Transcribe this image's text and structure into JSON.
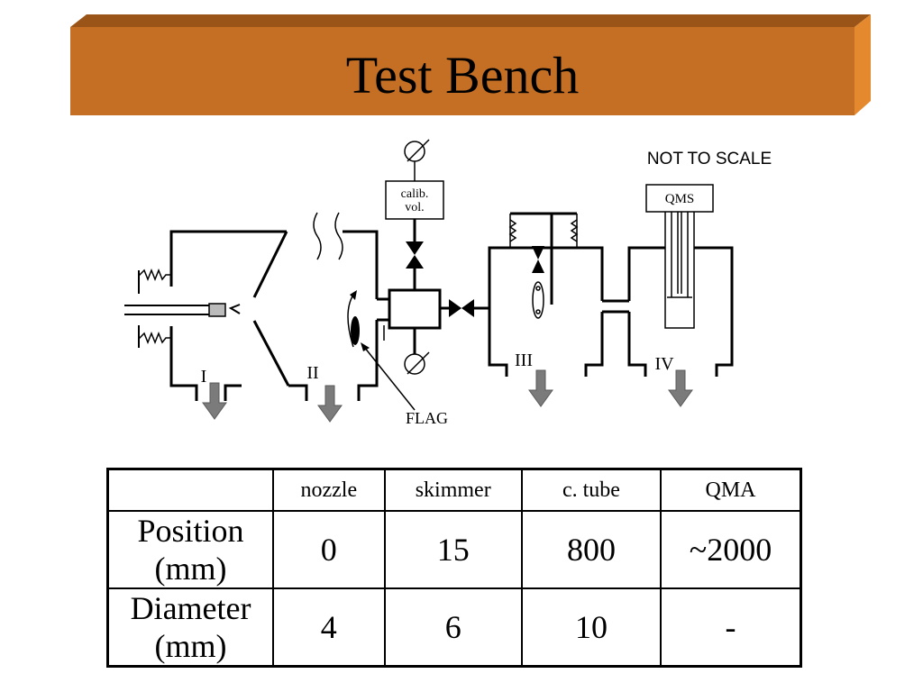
{
  "title": "Test Bench",
  "colors": {
    "banner_front": "#c56f24",
    "banner_side": "#e08630",
    "banner_edge": "#8a4a12",
    "arrow_fill": "#7b7b7b"
  },
  "diagram": {
    "note": "NOT TO SCALE",
    "qms_label": "QMS",
    "calib_label_line1": "calib.",
    "calib_label_line2": "vol.",
    "flag_label": "FLAG",
    "stage_labels": [
      "I",
      "II",
      "III",
      "IV"
    ]
  },
  "table": {
    "header": [
      "",
      "nozzle",
      "skimmer",
      "c. tube",
      "QMA"
    ],
    "rows": [
      {
        "label": "Position (mm)",
        "values": [
          "0",
          "15",
          "800",
          "~2000"
        ]
      },
      {
        "label": "Diameter (mm)",
        "values": [
          "4",
          "6",
          "10",
          "-"
        ]
      }
    ]
  }
}
